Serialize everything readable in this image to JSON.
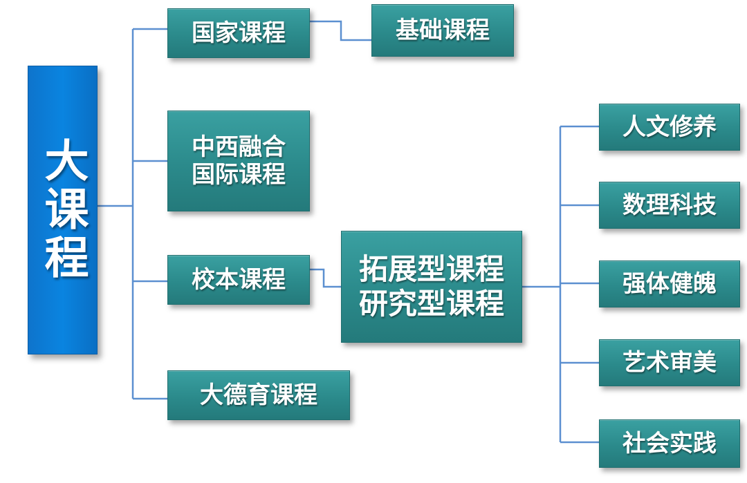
{
  "root": "大课程",
  "level1": [
    {
      "label": "国家课程"
    },
    {
      "lines": [
        "中西融合",
        "国际课程"
      ]
    },
    {
      "label": "校本课程"
    },
    {
      "label": "大德育课程"
    }
  ],
  "national_child": "基础课程",
  "school_child": {
    "lines": [
      "拓展型课程",
      "研究型课程"
    ]
  },
  "domains": [
    "人文修养",
    "数理科技",
    "强体健魄",
    "艺术审美",
    "社会实践"
  ],
  "colors": {
    "root": "#0a84e0",
    "box": "#2b8a8b",
    "connector": "#5b8fd0",
    "text": "#ffffff"
  }
}
